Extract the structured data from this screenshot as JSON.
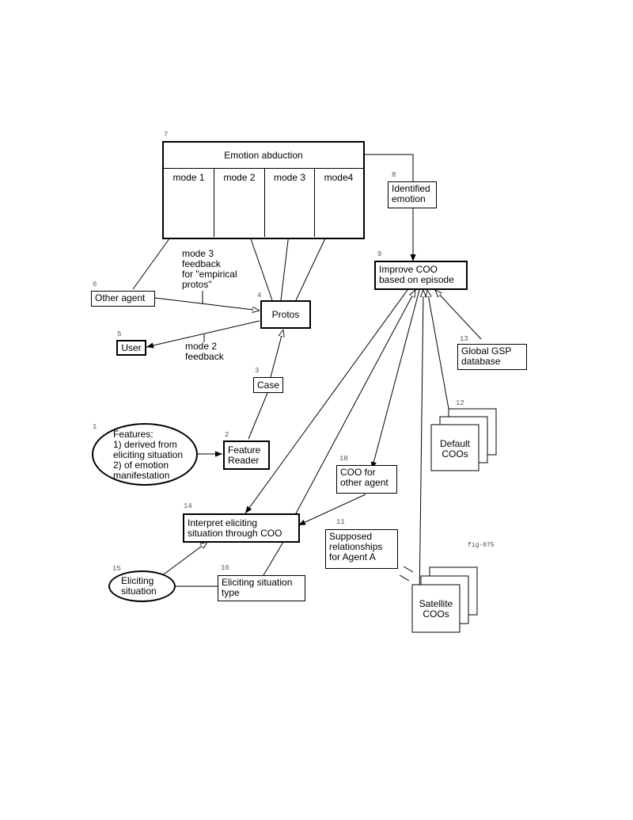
{
  "nodes": {
    "n7": {
      "num": "7",
      "title": "Emotion abduction",
      "modes": [
        "mode 1",
        "mode 2",
        "mode 3",
        "mode4"
      ]
    },
    "n8": {
      "num": "8",
      "text": "Identified\nemotion"
    },
    "n9": {
      "num": "9",
      "text": "Improve COO\nbased on episode"
    },
    "n6": {
      "num": "6",
      "text": "Other agent"
    },
    "n4": {
      "num": "4",
      "text": "Protos"
    },
    "n5": {
      "num": "5",
      "text": "User"
    },
    "n3": {
      "num": "3",
      "text": "Case"
    },
    "n13": {
      "num": "13",
      "text": "Global GSP\ndatabase"
    },
    "n12": {
      "num": "12",
      "text": "Default\nCOOs"
    },
    "n1": {
      "num": "1",
      "text": "Features:\n1) derived from\neliciting situation\n2) of emotion\nmanifestation"
    },
    "n2": {
      "num": "2",
      "text": "Feature\nReader"
    },
    "n10": {
      "num": "10",
      "text": "COO  for\nother agent"
    },
    "n14": {
      "num": "14",
      "text": "Interpret eliciting\nsituation through COO"
    },
    "n11": {
      "num": "11",
      "text": "Supposed\nrelationships\nfor Agent A"
    },
    "n15": {
      "num": "15",
      "text": "Eliciting\nsituation"
    },
    "n16": {
      "num": "16",
      "text": "Eliciting situation\ntype"
    },
    "satellite": {
      "text": "Satellite\nCOOs"
    }
  },
  "labels": {
    "mode3_feedback": "mode 3\nfeedback\nfor \"empirical\nprotos\"",
    "mode2_feedback": "mode 2\nfeedback"
  },
  "fig_id": "fig-075",
  "colors": {
    "line": "#000000",
    "number": "#555555",
    "background": "#ffffff"
  }
}
